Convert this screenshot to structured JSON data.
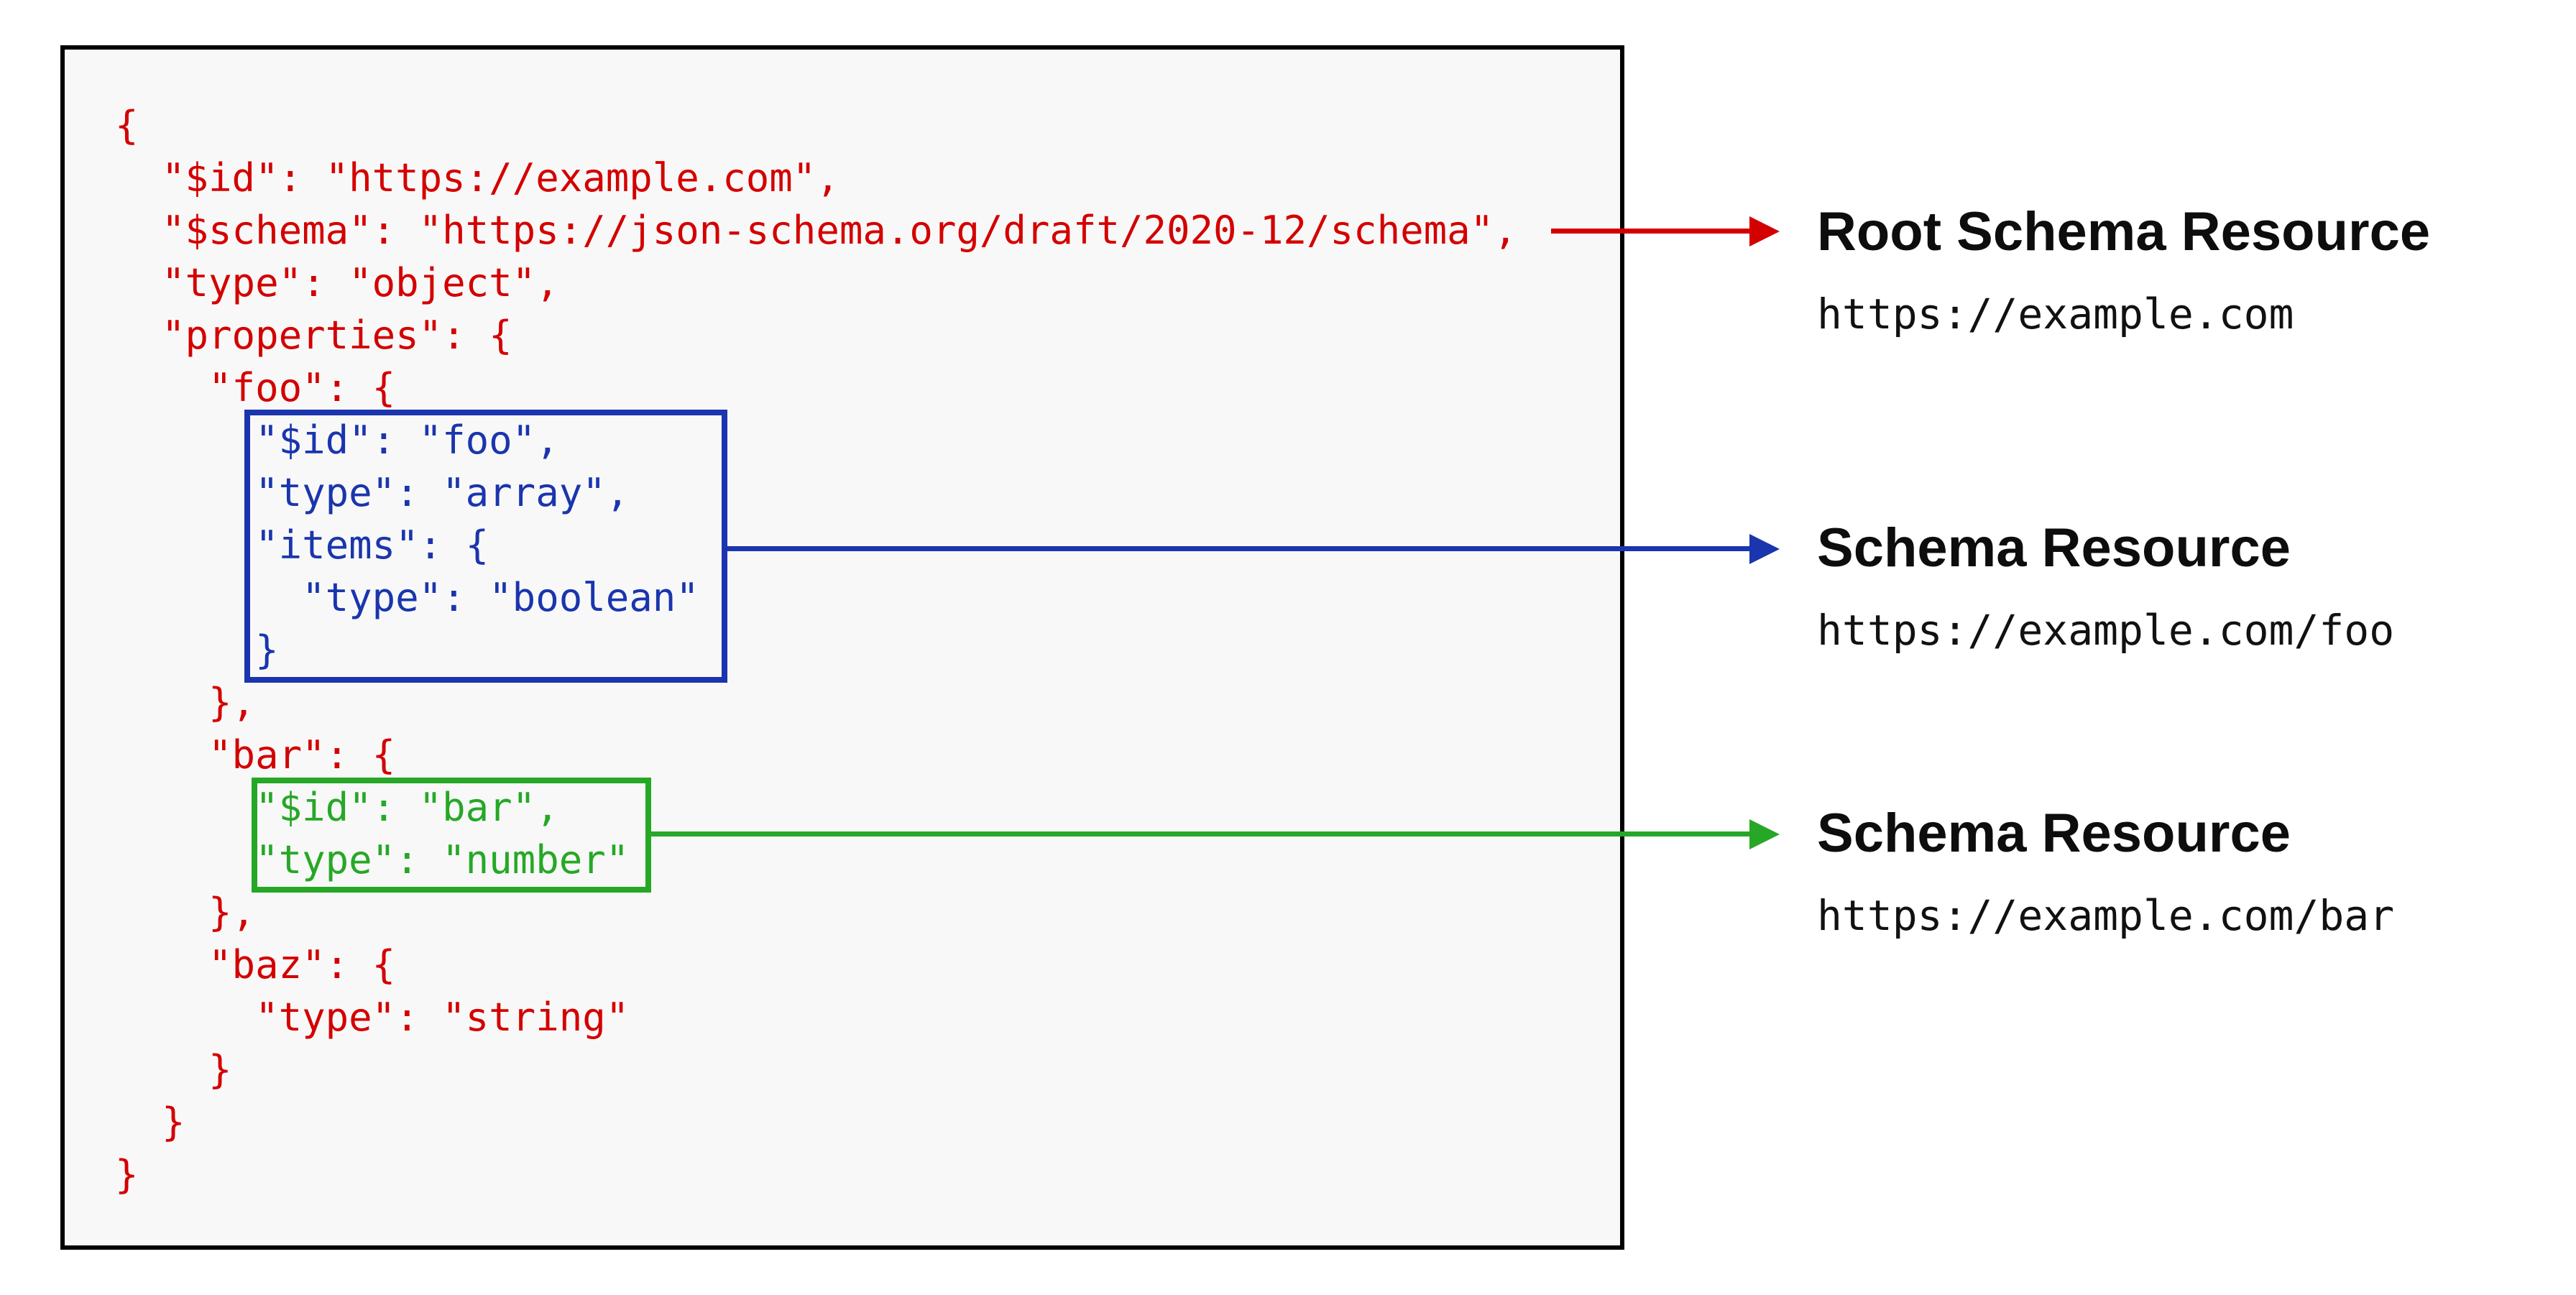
{
  "colors": {
    "red": "#d40000",
    "blue": "#1a35ad",
    "green": "#26a826",
    "ink": "#000000",
    "box_bg": "#f8f8f8",
    "page_bg": "#ffffff"
  },
  "schema_code": {
    "lines": [
      {
        "text": "{",
        "color": "red"
      },
      {
        "text": "  \"$id\": \"https://example.com\",",
        "color": "red"
      },
      {
        "text": "  \"$schema\": \"https://json-schema.org/draft/2020-12/schema\",",
        "color": "red"
      },
      {
        "text": "  \"type\": \"object\",",
        "color": "red"
      },
      {
        "text": "  \"properties\": {",
        "color": "red"
      },
      {
        "text": "    \"foo\": {",
        "color": "red"
      },
      {
        "text": "      \"$id\": \"foo\",",
        "color": "blue"
      },
      {
        "text": "      \"type\": \"array\",",
        "color": "blue"
      },
      {
        "text": "      \"items\": {",
        "color": "blue"
      },
      {
        "text": "        \"type\": \"boolean\"",
        "color": "blue"
      },
      {
        "text": "      }",
        "color": "blue"
      },
      {
        "text": "    },",
        "color": "red"
      },
      {
        "text": "    \"bar\": {",
        "color": "red"
      },
      {
        "text": "      \"$id\": \"bar\",",
        "color": "green"
      },
      {
        "text": "      \"type\": \"number\"",
        "color": "green"
      },
      {
        "text": "    },",
        "color": "red"
      },
      {
        "text": "    \"baz\": {",
        "color": "red"
      },
      {
        "text": "      \"type\": \"string\"",
        "color": "red"
      },
      {
        "text": "    }",
        "color": "red"
      },
      {
        "text": "  }",
        "color": "red"
      },
      {
        "text": "}",
        "color": "red"
      }
    ]
  },
  "annotations": [
    {
      "title": "Root Schema Resource",
      "uri": "https://example.com",
      "arrow_color": "red"
    },
    {
      "title": "Schema Resource",
      "uri": "https://example.com/foo",
      "arrow_color": "blue"
    },
    {
      "title": "Schema Resource",
      "uri": "https://example.com/bar",
      "arrow_color": "green"
    }
  ]
}
